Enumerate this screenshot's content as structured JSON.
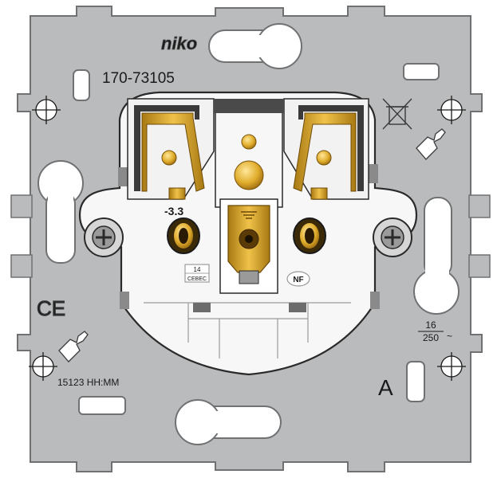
{
  "brand": "niko",
  "part_number": "170-73105",
  "date_code": "15123 HH:MM",
  "letter_mark": "A",
  "rating_amps": "16",
  "rating_volts": "250",
  "rating_suffix": "~",
  "ce_mark": "CE",
  "nf_mark": "NF",
  "minus_mark": "-3.3",
  "cebec_top": "14",
  "cebec_bottom": "CEBEC",
  "colors": {
    "plate": "#b9bbbd",
    "plate_edge": "#6f7173",
    "socket_white": "#f7f7f7",
    "brass": "#d4a020",
    "brass_dark": "#8a5e0a",
    "insert_dark": "#3a3a3a"
  }
}
